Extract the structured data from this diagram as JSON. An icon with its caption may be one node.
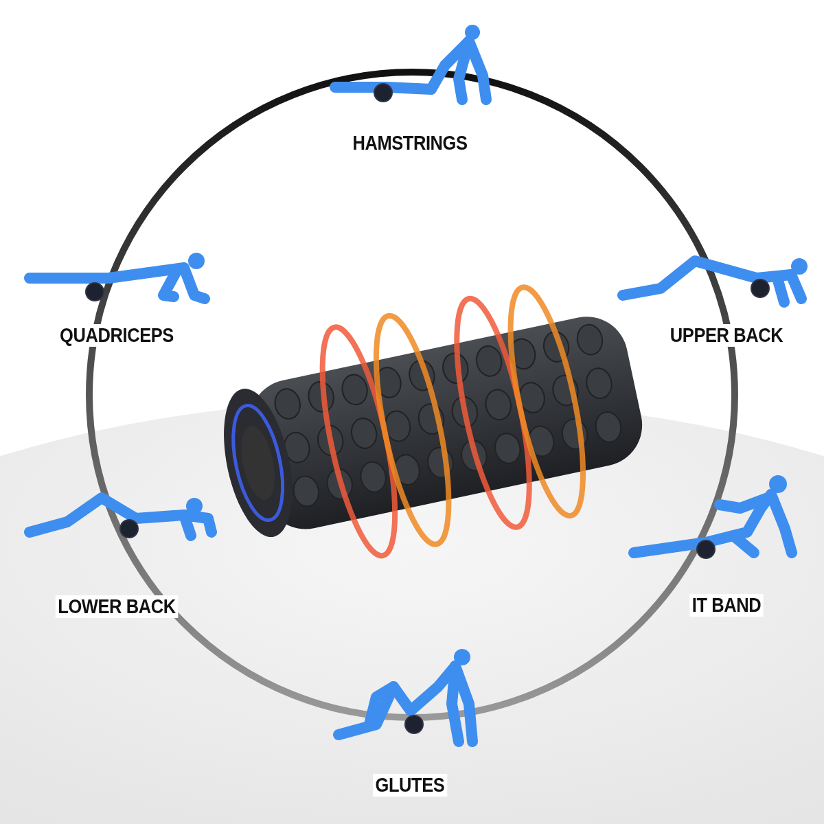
{
  "diagram": {
    "labels": [
      "HAMSTRINGS",
      "QUADRICEPS",
      "UPPER BACK",
      "LOWER BACK",
      "IT BAND",
      "GLUTES"
    ]
  }
}
